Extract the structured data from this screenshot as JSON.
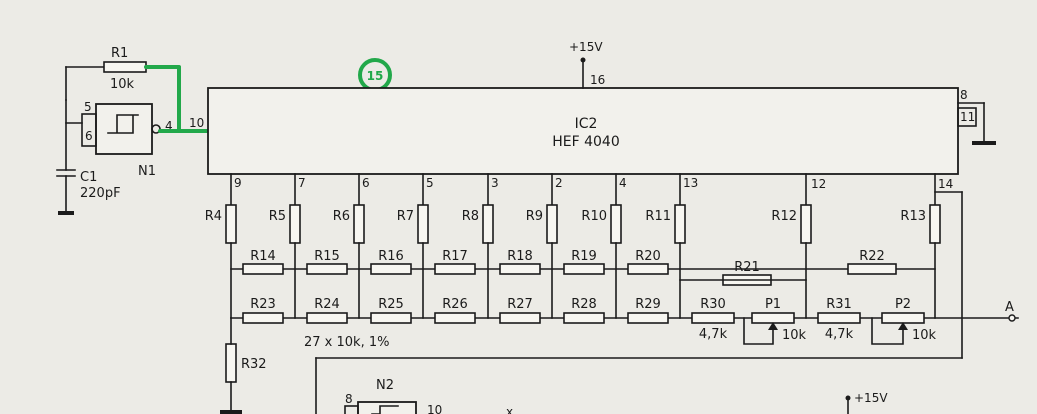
{
  "ic2": {
    "name": "IC2",
    "part": "HEF 4040"
  },
  "supply": {
    "label": "+15V",
    "pin": "16"
  },
  "ic2_pins": {
    "clock": "10",
    "pin8": "8",
    "pin11": "11",
    "q": [
      "9",
      "7",
      "6",
      "5",
      "3",
      "2",
      "4",
      "13",
      "12",
      "14"
    ]
  },
  "r1": {
    "name": "R1",
    "value": "10k"
  },
  "c1": {
    "name": "C1",
    "value": "220pF"
  },
  "n1": {
    "name": "N1",
    "pin5": "5",
    "pin6": "6",
    "pin4": "4"
  },
  "marker": {
    "number": "15",
    "color": "#22a84a"
  },
  "upper_resistors": [
    "R4",
    "R5",
    "R6",
    "R7",
    "R8",
    "R9",
    "R10",
    "R11",
    "R12",
    "R13"
  ],
  "mid_resistors": [
    "R14",
    "R15",
    "R16",
    "R17",
    "R18",
    "R19",
    "R20",
    "R21",
    "R22"
  ],
  "lower_resistors": [
    "R23",
    "R24",
    "R25",
    "R26",
    "R27",
    "R28",
    "R29"
  ],
  "r30": {
    "name": "R30",
    "value": "4,7k"
  },
  "p1": {
    "name": "P1",
    "value": "10k"
  },
  "r31": {
    "name": "R31",
    "value": "4,7k"
  },
  "p2": {
    "name": "P2",
    "value": "10k"
  },
  "note": "27 x 10k, 1%",
  "r32": {
    "name": "R32"
  },
  "output": "A",
  "n2": {
    "name": "N2",
    "pin8": "8",
    "pin10": "10"
  },
  "bottom_supply": "+15V",
  "bottom_partial": "x ..."
}
